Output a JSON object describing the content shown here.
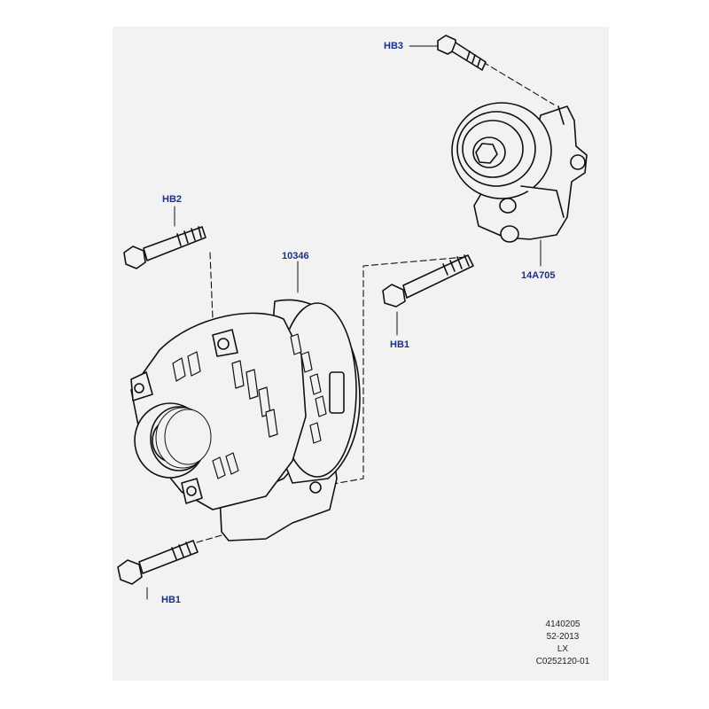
{
  "callouts": {
    "hb3": "HB3",
    "hb2": "HB2",
    "alternator": "10346",
    "tensioner": "14A705",
    "hb1_upper": "HB1",
    "hb1_lower": "HB1"
  },
  "stamp": {
    "line1": "4140205",
    "line2": "52-2013",
    "line3": "LX",
    "line4": "C0252120-01"
  },
  "colors": {
    "sheet": "#f2f2f2",
    "callout_text": "#1c2f8c",
    "linework": "#111111"
  }
}
